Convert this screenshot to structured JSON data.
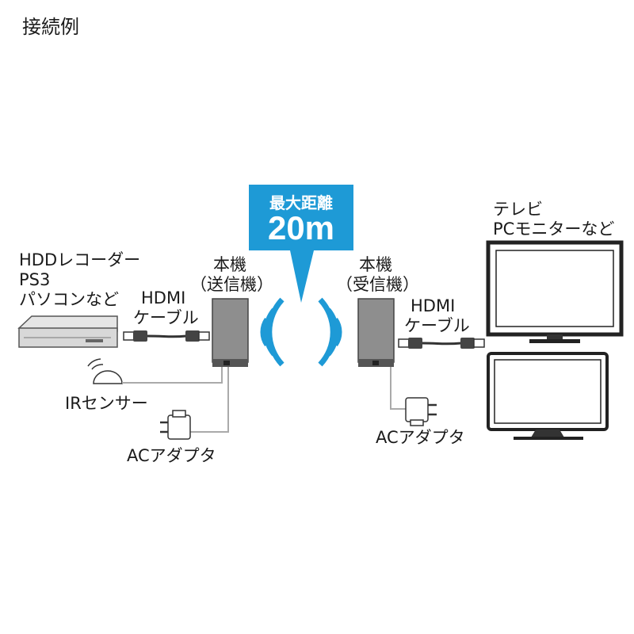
{
  "title": "接続例",
  "callout": {
    "line1": "最大距離",
    "line2": "20m",
    "color": "#1e9ad6"
  },
  "source": {
    "line1": "HDDレコーダー",
    "line2": "PS3",
    "line3": "パソコンなど"
  },
  "cable_left": {
    "line1": "HDMI",
    "line2": "ケーブル"
  },
  "cable_right": {
    "line1": "HDMI",
    "line2": "ケーブル"
  },
  "transmitter": {
    "line1": "本機",
    "line2": "（送信機）"
  },
  "receiver": {
    "line1": "本機",
    "line2": "（受信機）"
  },
  "ir_sensor": "IRセンサー",
  "adapter_left": "ACアダプタ",
  "adapter_right": "ACアダプタ",
  "display": {
    "line1": "テレビ",
    "line2": "PCモニターなど"
  },
  "colors": {
    "wave": "#1e9ad6",
    "device": "#8e8e8e",
    "line": "#aaaaaa"
  }
}
